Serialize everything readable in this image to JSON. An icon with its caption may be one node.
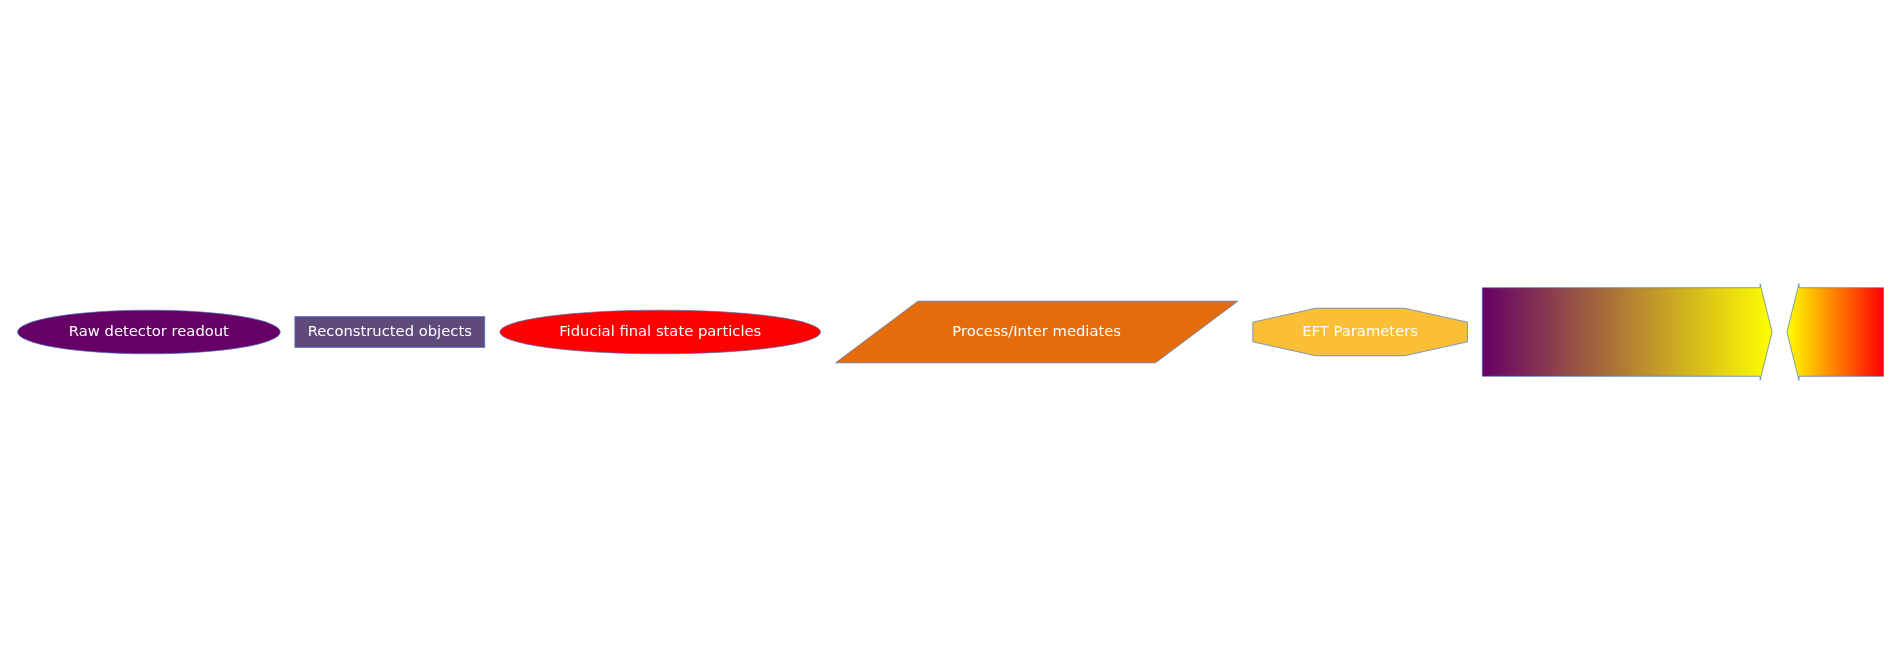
{
  "diagram": {
    "nodes": [
      {
        "text": [
          "Raw detector readout"
        ]
      },
      {
        "text": [
          "Reconstructed objects"
        ]
      },
      {
        "text": [
          "Fiducial final state particles"
        ]
      },
      {
        "text": [
          "Process/Inter mediates"
        ]
      },
      {
        "text": [
          "EFT Parameters"
        ]
      },
      {
        "text": [],
        "shape": "arrow"
      },
      {
        "text": [],
        "shape": "arrow"
      }
    ]
  }
}
